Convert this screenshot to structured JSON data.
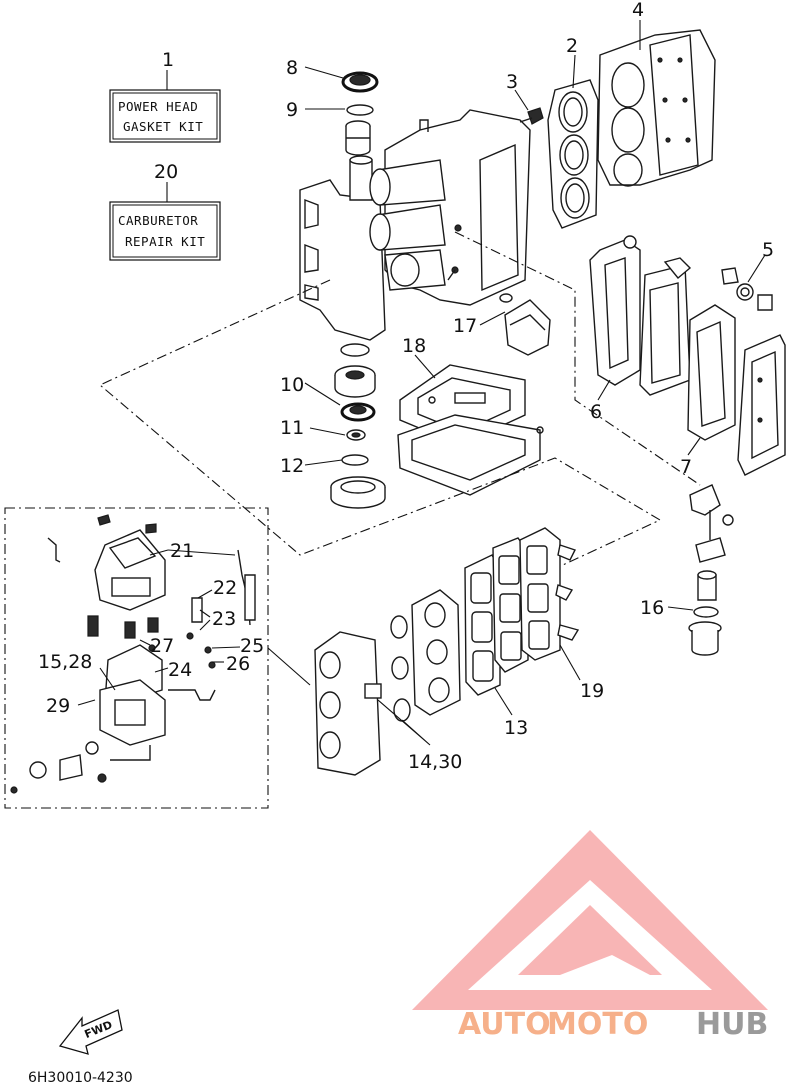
{
  "kits": {
    "power_head": {
      "number": "1",
      "line1": "POWER HEAD",
      "line2": "GASKET KIT"
    },
    "carburetor": {
      "number": "20",
      "line1": "CARBURETOR",
      "line2": "REPAIR KIT"
    }
  },
  "callouts": {
    "c2": "2",
    "c3": "3",
    "c4": "4",
    "c5": "5",
    "c6": "6",
    "c7": "7",
    "c8": "8",
    "c9": "9",
    "c10": "10",
    "c11": "11",
    "c12": "12",
    "c13": "13",
    "c14_30": "14,30",
    "c15_28": "15,28",
    "c16": "16",
    "c17": "17",
    "c18": "18",
    "c19": "19",
    "c21": "21",
    "c22": "22",
    "c23": "23",
    "c24": "24",
    "c25": "25",
    "c26": "26",
    "c27": "27",
    "c29": "29"
  },
  "fwd_label": "FWD",
  "drawing_code": "6H30010-4230",
  "watermark": {
    "part1": "AUTO",
    "part2": "MOTO",
    "part3": "HUB",
    "color_accent": "#f6b08a",
    "color_gray": "#9a9a9a",
    "logo_color": "#f7a3a3"
  }
}
